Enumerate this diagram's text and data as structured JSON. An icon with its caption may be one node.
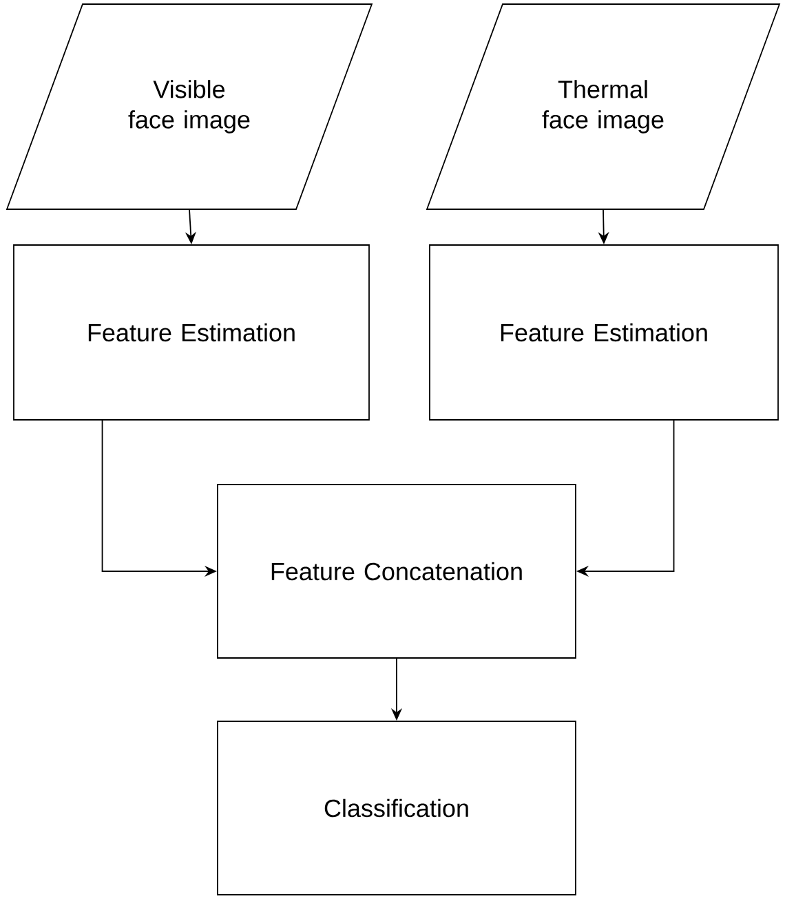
{
  "diagram": {
    "nodes": [
      {
        "text": [
          "Visible face image"
        ]
      },
      {
        "text": [
          "Thermal face image"
        ]
      },
      {
        "text": [
          "Feature Estimation"
        ]
      },
      {
        "text": [
          "Feature Estimation"
        ]
      },
      {
        "text": [
          "Feature Concatenation"
        ]
      },
      {
        "text": [
          "Classification"
        ]
      }
    ],
    "edges": [
      {
        "from": 0,
        "to": 2,
        "arrow": "to"
      },
      {
        "from": 1,
        "to": 3,
        "arrow": "to"
      },
      {
        "from": 2,
        "to": 4,
        "arrow": "to"
      },
      {
        "from": 3,
        "to": 4,
        "arrow": "to"
      },
      {
        "from": 4,
        "to": 5,
        "arrow": "to"
      }
    ]
  }
}
